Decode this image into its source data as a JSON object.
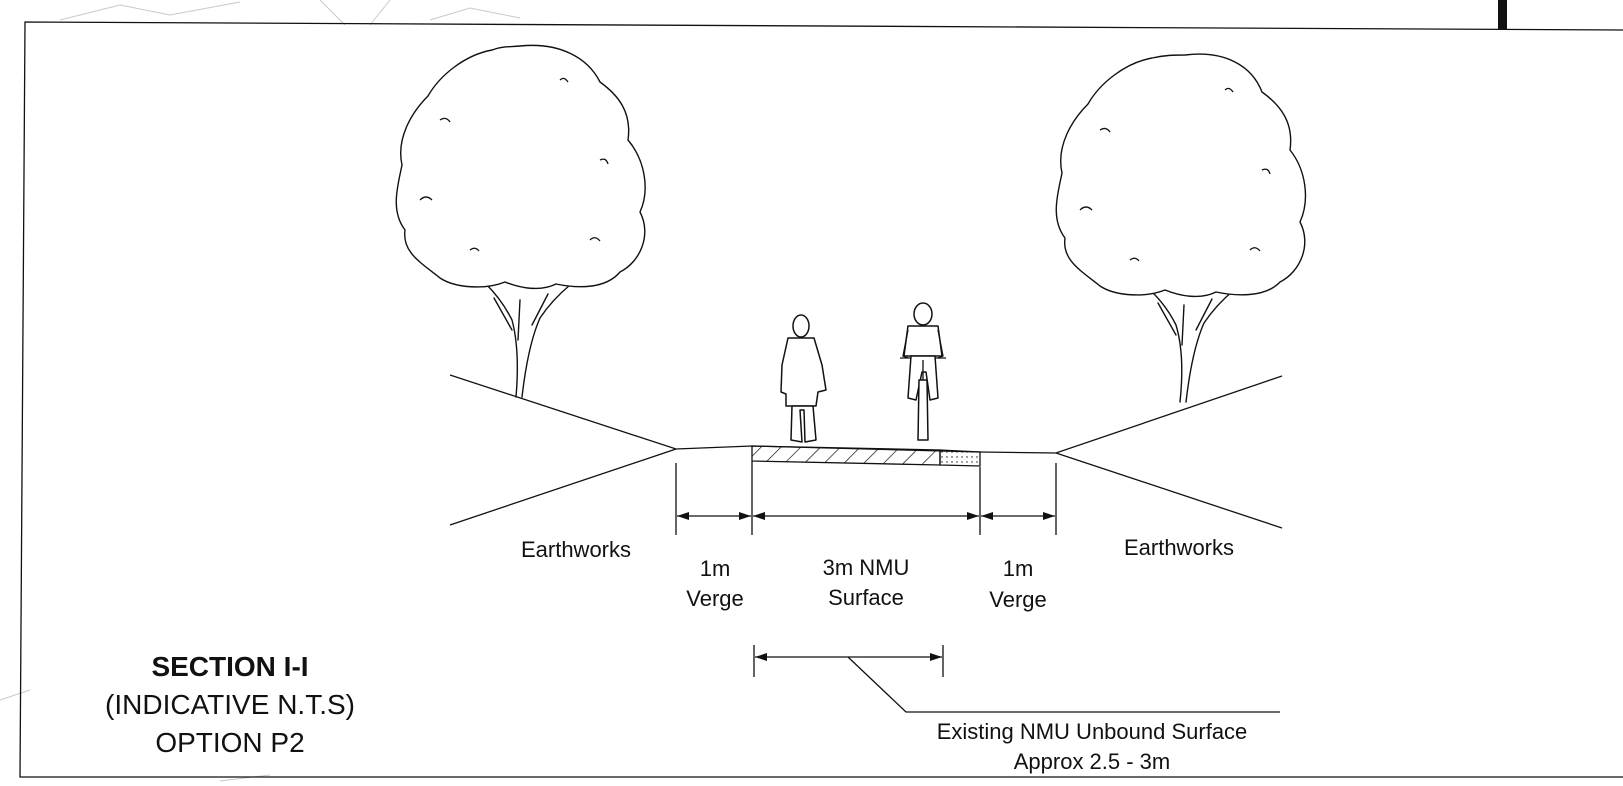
{
  "diagram": {
    "labels": {
      "earthworks_left": "Earthworks",
      "earthworks_right": "Earthworks",
      "verge_left_line1": "1m",
      "verge_left_line2": "Verge",
      "nmu_line1": "3m NMU",
      "nmu_line2": "Surface",
      "verge_right_line1": "1m",
      "verge_right_line2": "Verge",
      "existing_line1": "Existing NMU Unbound Surface",
      "existing_line2": "Approx 2.5 - 3m"
    },
    "title": {
      "main": "SECTION I-I",
      "sub": "(INDICATIVE N.T.S)",
      "option": "OPTION P2"
    }
  }
}
